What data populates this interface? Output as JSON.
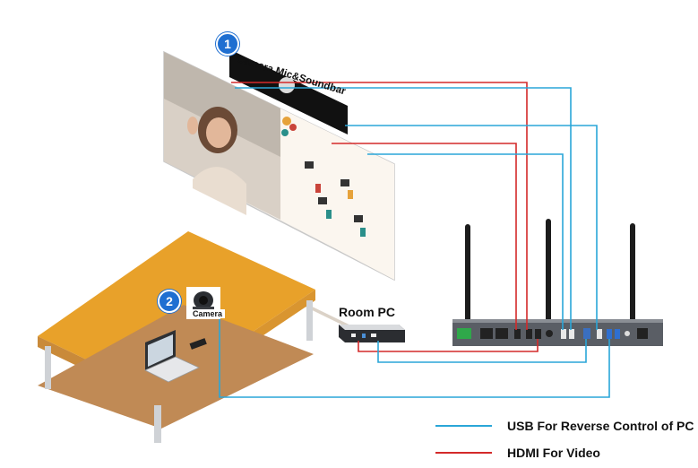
{
  "badges": {
    "one": "1",
    "two": "2"
  },
  "labels": {
    "soundbar": "Camera Mic&Soundbar",
    "camera": "Camera",
    "room_pc": "Room PC"
  },
  "legend": {
    "usb": {
      "text": "USB For Reverse Control of PC",
      "color": "#2aa6d8"
    },
    "hdmi": {
      "text": "HDMI For Video",
      "color": "#d42a2a"
    }
  },
  "colors": {
    "table_top": "#e8a12a",
    "table_shelf": "#c98a3a",
    "device": "#545860",
    "badge": "#1f6fd1"
  }
}
